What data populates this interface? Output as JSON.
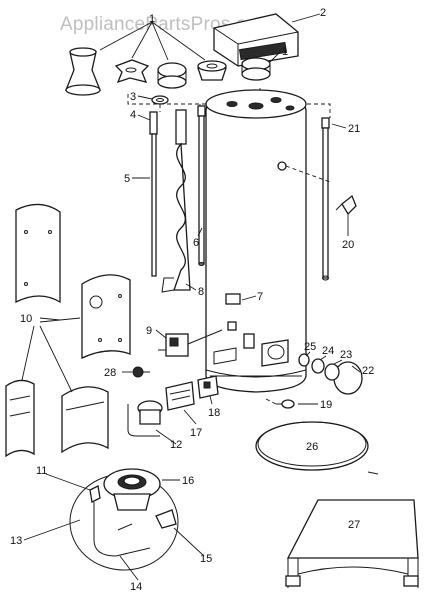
{
  "watermark": "AppliancePartsPros.com",
  "callouts": {
    "c1a": "1",
    "c1b": "1",
    "c2": "2",
    "c3": "3",
    "c4": "4",
    "c5": "5",
    "c6": "6",
    "c7": "7",
    "c8": "8",
    "c9": "9",
    "c10": "10",
    "c11": "11",
    "c12": "12",
    "c13": "13",
    "c14": "14",
    "c15": "15",
    "c16": "16",
    "c17": "17",
    "c18": "18",
    "c19": "19",
    "c20": "20",
    "c21": "21",
    "c22": "22",
    "c23": "23",
    "c24": "24",
    "c25": "25",
    "c26": "26",
    "c27": "27",
    "c28": "28"
  }
}
